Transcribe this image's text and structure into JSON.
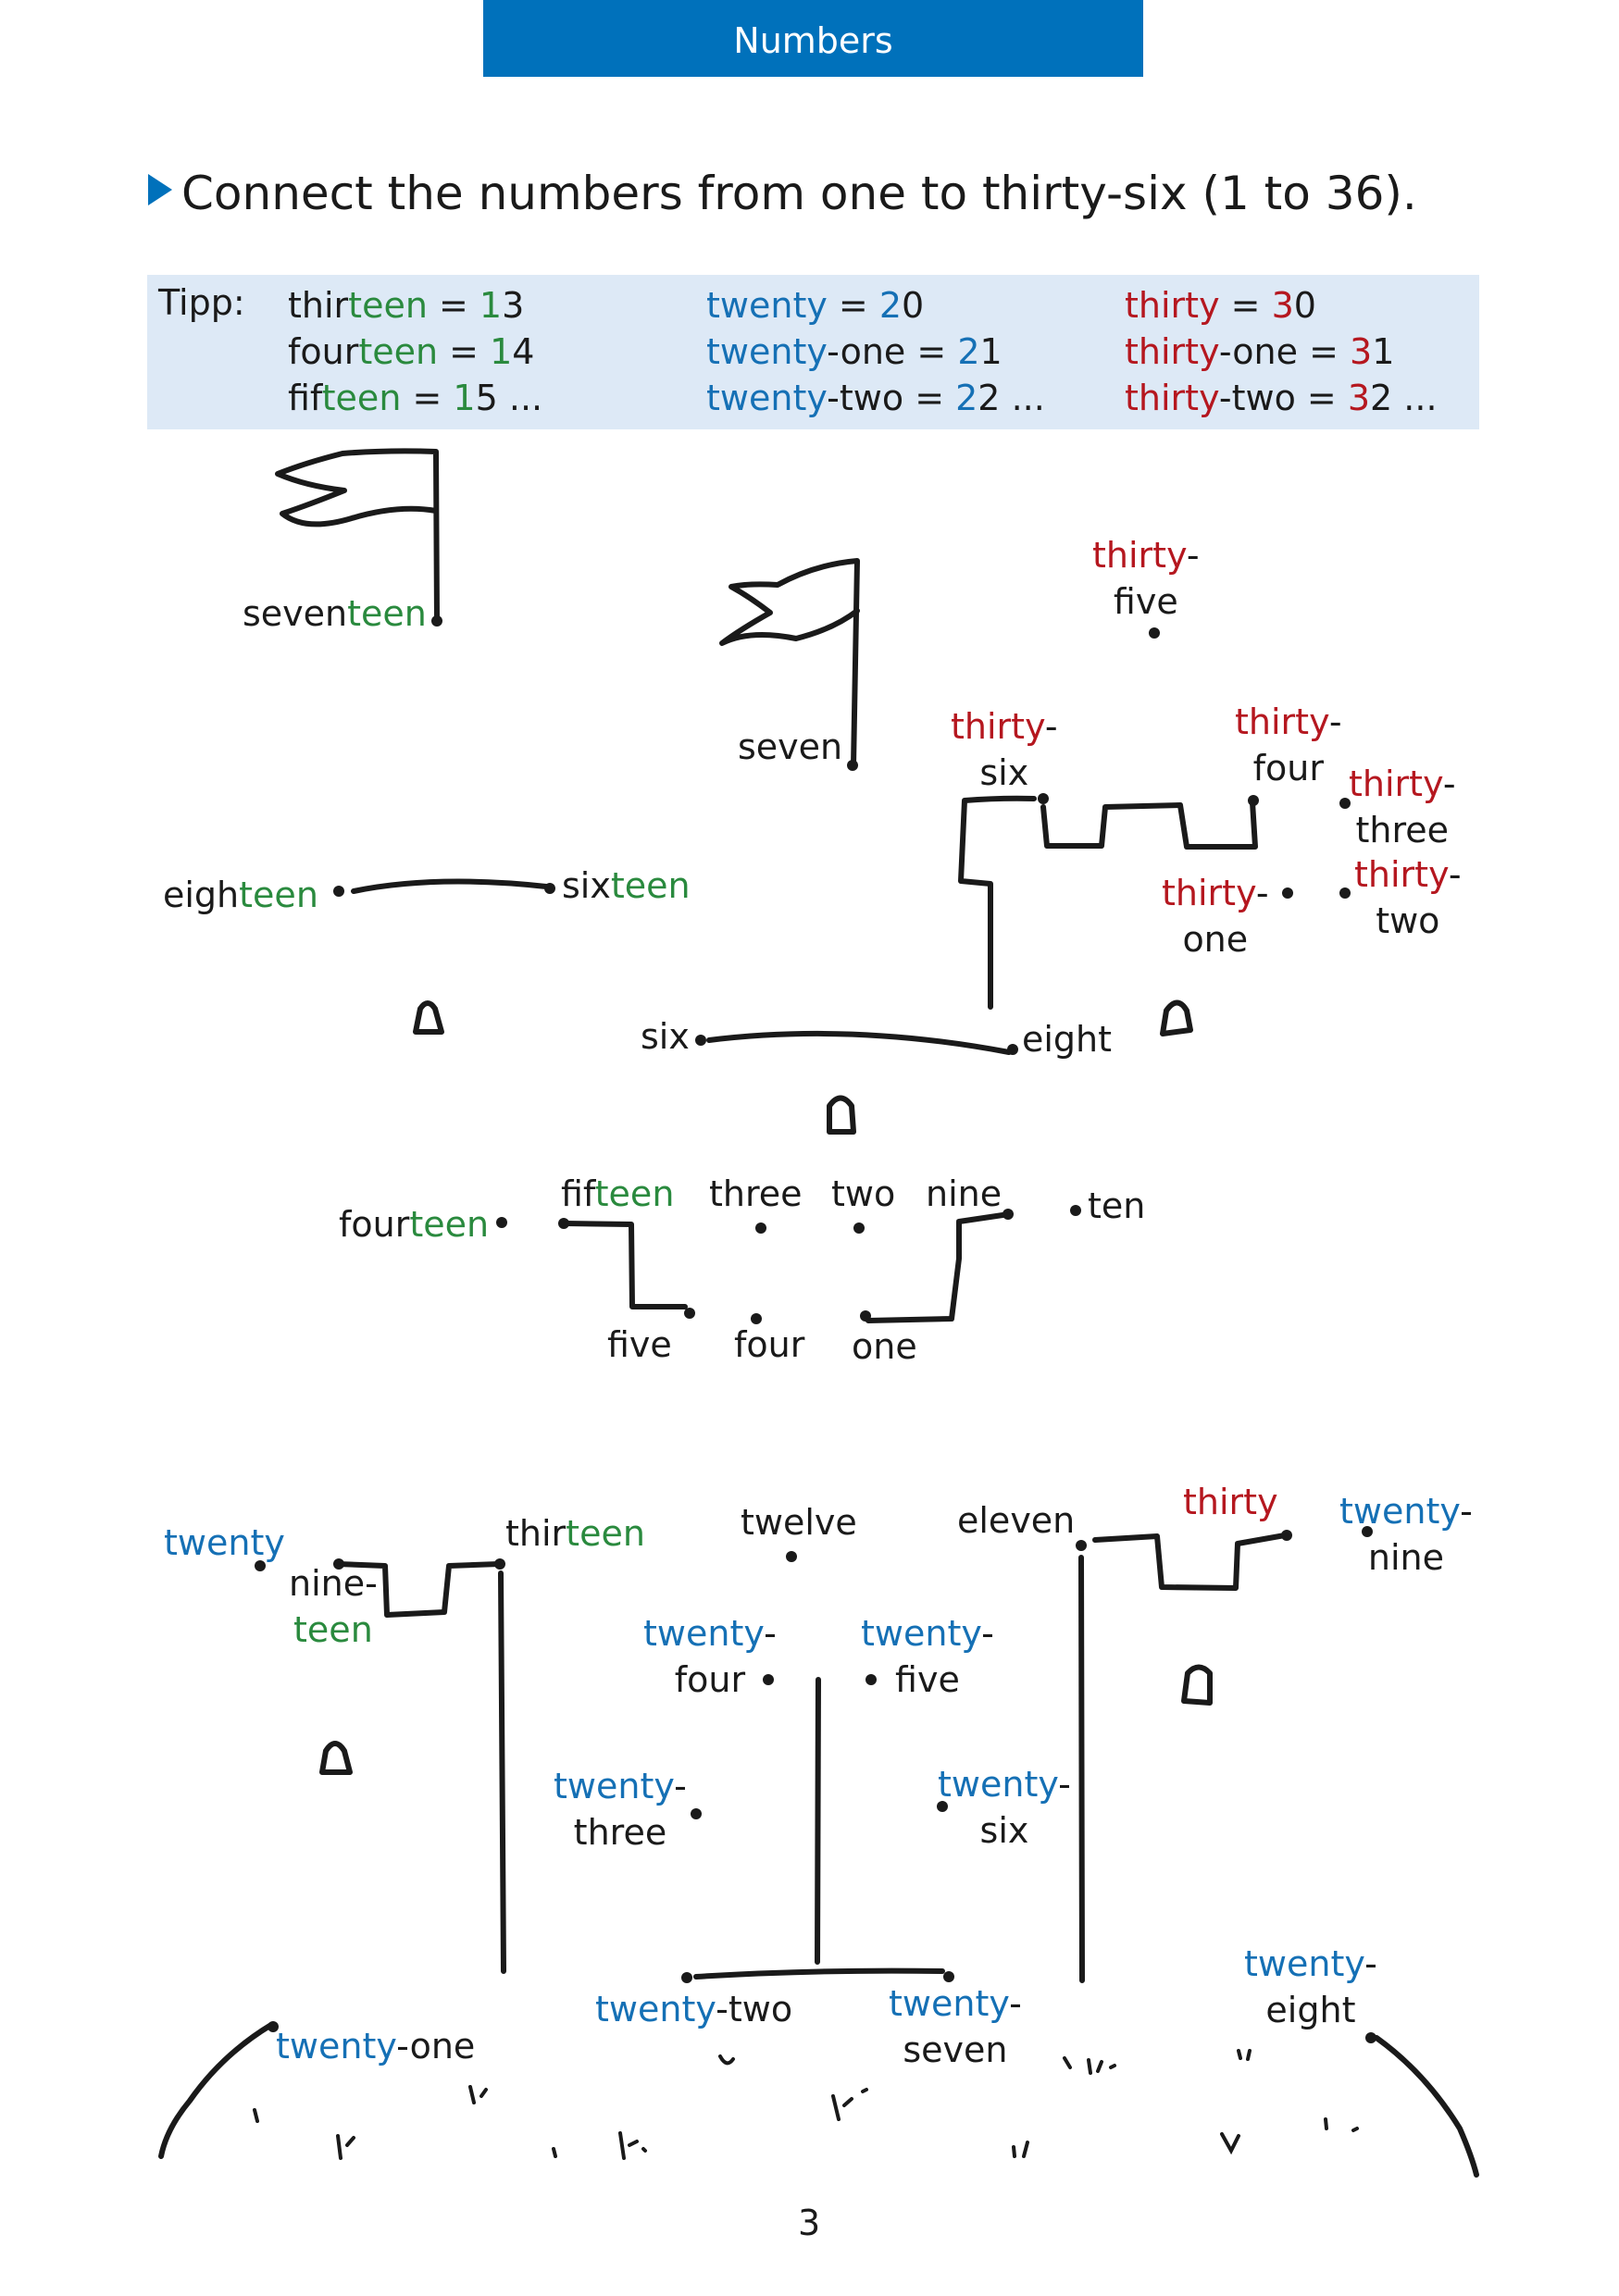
{
  "header": {
    "title": "Numbers"
  },
  "instruction": {
    "text": "Connect the numbers from one to thirty-six (1 to 36)."
  },
  "tipp": {
    "label": "Tipp:",
    "columns": [
      [
        {
          "prefix": "thir",
          "colored": "teen",
          "rest": " = ",
          "num_colored": "1",
          "num_rest": "3",
          "suffix": ""
        },
        {
          "prefix": "four",
          "colored": "teen",
          "rest": " = ",
          "num_colored": "1",
          "num_rest": "4",
          "suffix": ""
        },
        {
          "prefix": "fif",
          "colored": "teen",
          "rest": " = ",
          "num_colored": "1",
          "num_rest": "5",
          "suffix": " ..."
        }
      ],
      [
        {
          "prefix": "",
          "colored": "twenty",
          "rest": " = ",
          "num_colored": "2",
          "num_rest": "0",
          "suffix": ""
        },
        {
          "prefix": "",
          "colored": "twenty",
          "rest": "-one = ",
          "num_colored": "2",
          "num_rest": "1",
          "suffix": ""
        },
        {
          "prefix": "",
          "colored": "twenty",
          "rest": "-two = ",
          "num_colored": "2",
          "num_rest": "2",
          "suffix": " ..."
        }
      ],
      [
        {
          "prefix": "",
          "colored": "thirty",
          "rest": " = ",
          "num_colored": "3",
          "num_rest": "0",
          "suffix": ""
        },
        {
          "prefix": "",
          "colored": "thirty",
          "rest": "-one = ",
          "num_colored": "3",
          "num_rest": "1",
          "suffix": ""
        },
        {
          "prefix": "",
          "colored": "thirty",
          "rest": "-two = ",
          "num_colored": "3",
          "num_rest": "2",
          "suffix": " ..."
        }
      ]
    ]
  },
  "colors": {
    "accent": "#0071bb",
    "teen": "#2a8a3e",
    "twenty": "#1570b5",
    "thirty": "#b5171f",
    "tipp_bg": "#dde9f6"
  },
  "dots": [
    {
      "number": 1,
      "parts": [
        {
          "t": "one",
          "c": ""
        }
      ]
    },
    {
      "number": 2,
      "parts": [
        {
          "t": "two",
          "c": ""
        }
      ]
    },
    {
      "number": 3,
      "parts": [
        {
          "t": "three",
          "c": ""
        }
      ]
    },
    {
      "number": 4,
      "parts": [
        {
          "t": "four",
          "c": ""
        }
      ]
    },
    {
      "number": 5,
      "parts": [
        {
          "t": "five",
          "c": ""
        }
      ]
    },
    {
      "number": 6,
      "parts": [
        {
          "t": "six",
          "c": ""
        }
      ]
    },
    {
      "number": 7,
      "parts": [
        {
          "t": "seven",
          "c": ""
        }
      ]
    },
    {
      "number": 8,
      "parts": [
        {
          "t": "eight",
          "c": ""
        }
      ]
    },
    {
      "number": 9,
      "parts": [
        {
          "t": "nine",
          "c": ""
        }
      ]
    },
    {
      "number": 10,
      "parts": [
        {
          "t": "ten",
          "c": ""
        }
      ]
    },
    {
      "number": 11,
      "parts": [
        {
          "t": "eleven",
          "c": ""
        }
      ]
    },
    {
      "number": 12,
      "parts": [
        {
          "t": "twelve",
          "c": ""
        }
      ]
    },
    {
      "number": 13,
      "parts": [
        {
          "t": "thir",
          "c": ""
        },
        {
          "t": "teen",
          "c": "g"
        }
      ]
    },
    {
      "number": 14,
      "parts": [
        {
          "t": "four",
          "c": ""
        },
        {
          "t": "teen",
          "c": "g"
        }
      ]
    },
    {
      "number": 15,
      "parts": [
        {
          "t": "fif",
          "c": ""
        },
        {
          "t": "teen",
          "c": "g"
        }
      ]
    },
    {
      "number": 16,
      "parts": [
        {
          "t": "six",
          "c": ""
        },
        {
          "t": "teen",
          "c": "g"
        }
      ]
    },
    {
      "number": 17,
      "parts": [
        {
          "t": "seven",
          "c": ""
        },
        {
          "t": "teen",
          "c": "g"
        }
      ]
    },
    {
      "number": 18,
      "parts": [
        {
          "t": "eigh",
          "c": ""
        },
        {
          "t": "teen",
          "c": "g"
        }
      ]
    },
    {
      "number": 19,
      "parts": [
        {
          "t": "nine-",
          "c": ""
        },
        {
          "t": "\n",
          "c": ""
        },
        {
          "t": "teen",
          "c": "g"
        }
      ]
    },
    {
      "number": 20,
      "parts": [
        {
          "t": "twenty",
          "c": "b"
        }
      ]
    },
    {
      "number": 21,
      "parts": [
        {
          "t": "twenty",
          "c": "b"
        },
        {
          "t": "-one",
          "c": ""
        }
      ]
    },
    {
      "number": 22,
      "parts": [
        {
          "t": "twenty",
          "c": "b"
        },
        {
          "t": "-two",
          "c": ""
        }
      ]
    },
    {
      "number": 23,
      "parts": [
        {
          "t": "twenty",
          "c": "b"
        },
        {
          "t": "-",
          "c": ""
        },
        {
          "t": "\n",
          "c": ""
        },
        {
          "t": "three",
          "c": ""
        }
      ]
    },
    {
      "number": 24,
      "parts": [
        {
          "t": "twenty",
          "c": "b"
        },
        {
          "t": "-",
          "c": ""
        },
        {
          "t": "\n",
          "c": ""
        },
        {
          "t": "four",
          "c": ""
        }
      ]
    },
    {
      "number": 25,
      "parts": [
        {
          "t": "twenty",
          "c": "b"
        },
        {
          "t": "-",
          "c": ""
        },
        {
          "t": "\n",
          "c": ""
        },
        {
          "t": "five",
          "c": ""
        }
      ]
    },
    {
      "number": 26,
      "parts": [
        {
          "t": "twenty",
          "c": "b"
        },
        {
          "t": "-",
          "c": ""
        },
        {
          "t": "\n",
          "c": ""
        },
        {
          "t": "six",
          "c": ""
        }
      ]
    },
    {
      "number": 27,
      "parts": [
        {
          "t": "twenty",
          "c": "b"
        },
        {
          "t": "-",
          "c": ""
        },
        {
          "t": "\n",
          "c": ""
        },
        {
          "t": "seven",
          "c": ""
        }
      ]
    },
    {
      "number": 28,
      "parts": [
        {
          "t": "twenty",
          "c": "b"
        },
        {
          "t": "-",
          "c": ""
        },
        {
          "t": "\n",
          "c": ""
        },
        {
          "t": "eight",
          "c": ""
        }
      ]
    },
    {
      "number": 29,
      "parts": [
        {
          "t": "twenty",
          "c": "b"
        },
        {
          "t": "-",
          "c": ""
        },
        {
          "t": "\n",
          "c": ""
        },
        {
          "t": "nine",
          "c": ""
        }
      ]
    },
    {
      "number": 30,
      "parts": [
        {
          "t": "thirty",
          "c": "r"
        }
      ]
    },
    {
      "number": 31,
      "parts": [
        {
          "t": "thirty",
          "c": "r"
        },
        {
          "t": "-",
          "c": ""
        },
        {
          "t": "\n",
          "c": ""
        },
        {
          "t": "one",
          "c": ""
        }
      ]
    },
    {
      "number": 32,
      "parts": [
        {
          "t": "thirty",
          "c": "r"
        },
        {
          "t": "-",
          "c": ""
        },
        {
          "t": "\n",
          "c": ""
        },
        {
          "t": "two",
          "c": ""
        }
      ]
    },
    {
      "number": 33,
      "parts": [
        {
          "t": "thirty",
          "c": "r"
        },
        {
          "t": "-",
          "c": ""
        },
        {
          "t": "\n",
          "c": ""
        },
        {
          "t": "three",
          "c": ""
        }
      ]
    },
    {
      "number": 34,
      "parts": [
        {
          "t": "thirty",
          "c": "r"
        },
        {
          "t": "-",
          "c": ""
        },
        {
          "t": "\n",
          "c": ""
        },
        {
          "t": "four",
          "c": ""
        }
      ]
    },
    {
      "number": 35,
      "parts": [
        {
          "t": "thirty",
          "c": "r"
        },
        {
          "t": "-",
          "c": ""
        },
        {
          "t": "\n",
          "c": ""
        },
        {
          "t": "five",
          "c": ""
        }
      ]
    },
    {
      "number": 36,
      "parts": [
        {
          "t": "thirty",
          "c": "r"
        },
        {
          "t": "-",
          "c": ""
        },
        {
          "t": "\n",
          "c": ""
        },
        {
          "t": "six",
          "c": ""
        }
      ]
    }
  ],
  "footer": {
    "page_number": "3"
  }
}
